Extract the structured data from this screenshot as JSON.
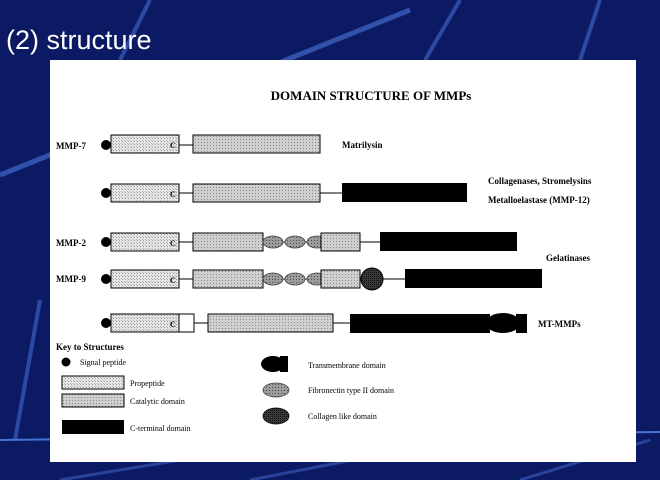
{
  "slide": {
    "title": "(2) structure"
  },
  "figure": {
    "title": "DOMAIN STRUCTURE OF MMPs",
    "catalytic_letter": "C",
    "rows": [
      {
        "label": "MMP-7"
      },
      {
        "label": ""
      },
      {
        "label": "MMP-2"
      },
      {
        "label": "MMP-9"
      },
      {
        "label": ""
      }
    ],
    "group_labels": {
      "matrilysin": "Matrilysin",
      "collagenases": "Collagenases, Stromelysins",
      "metalloelastase": "Metalloelastase (MMP-12)",
      "gelatinases": "Gelatinases",
      "mt_mmps": "MT-MMPs"
    },
    "key": {
      "title": "Key to Structures",
      "signal_peptide": "Signal peptide",
      "propeptide": "Propeptide",
      "catalytic": "Catalytic domain",
      "c_terminal": "C-terminal domain",
      "transmembrane": "Transmembrane domain",
      "fibronectin": "Fibronectin type II domain",
      "collagen": "Collagen like domain"
    }
  },
  "colors": {
    "background": "#0b1a63",
    "panel": "#ffffff",
    "dark_domain": "#000000",
    "light_domain": "#d8d8d8"
  }
}
